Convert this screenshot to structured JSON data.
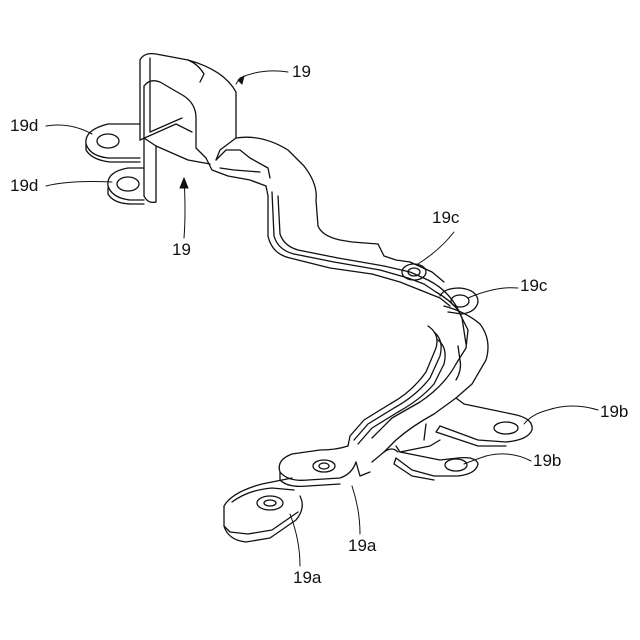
{
  "figure": {
    "line_color": "#111111",
    "background": "#ffffff",
    "labels": {
      "bracket_top": "19",
      "bracket_bottom": "19",
      "tab_d_upper": "19d",
      "tab_d_lower": "19d",
      "tab_c_upper": "19c",
      "tab_c_lower": "19c",
      "tab_b_upper": "19b",
      "tab_b_lower": "19b",
      "tab_a_upper": "19a",
      "tab_a_lower": "19a"
    }
  }
}
